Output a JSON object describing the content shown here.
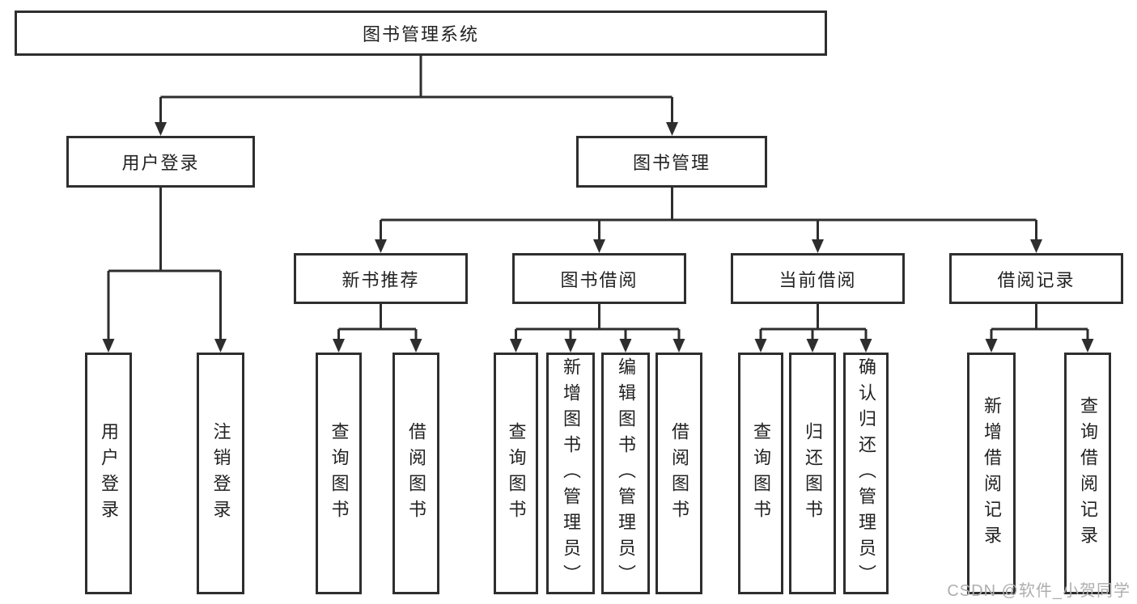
{
  "colors": {
    "line": "#2e2e2e",
    "text": "#222222",
    "watermark": "#aeaeae",
    "background": "#ffffff"
  },
  "tree": {
    "root": "图书管理系统",
    "branches": [
      {
        "label": "用户登录",
        "children": [
          "用户登录",
          "注销登录"
        ]
      },
      {
        "label": "图书管理",
        "children": [
          {
            "label": "新书推荐",
            "children": [
              "查询图书",
              "借阅图书"
            ]
          },
          {
            "label": "图书借阅",
            "children": [
              "查询图书",
              "新增图书（管理员）",
              "编辑图书（管理员）",
              "借阅图书"
            ]
          },
          {
            "label": "当前借阅",
            "children": [
              "查询图书",
              "归还图书",
              "确认归还（管理员）"
            ]
          },
          {
            "label": "借阅记录",
            "children": [
              "新增借阅记录",
              "查询借阅记录"
            ]
          }
        ]
      }
    ]
  },
  "watermark": "CSDN @软件_小贺同学"
}
